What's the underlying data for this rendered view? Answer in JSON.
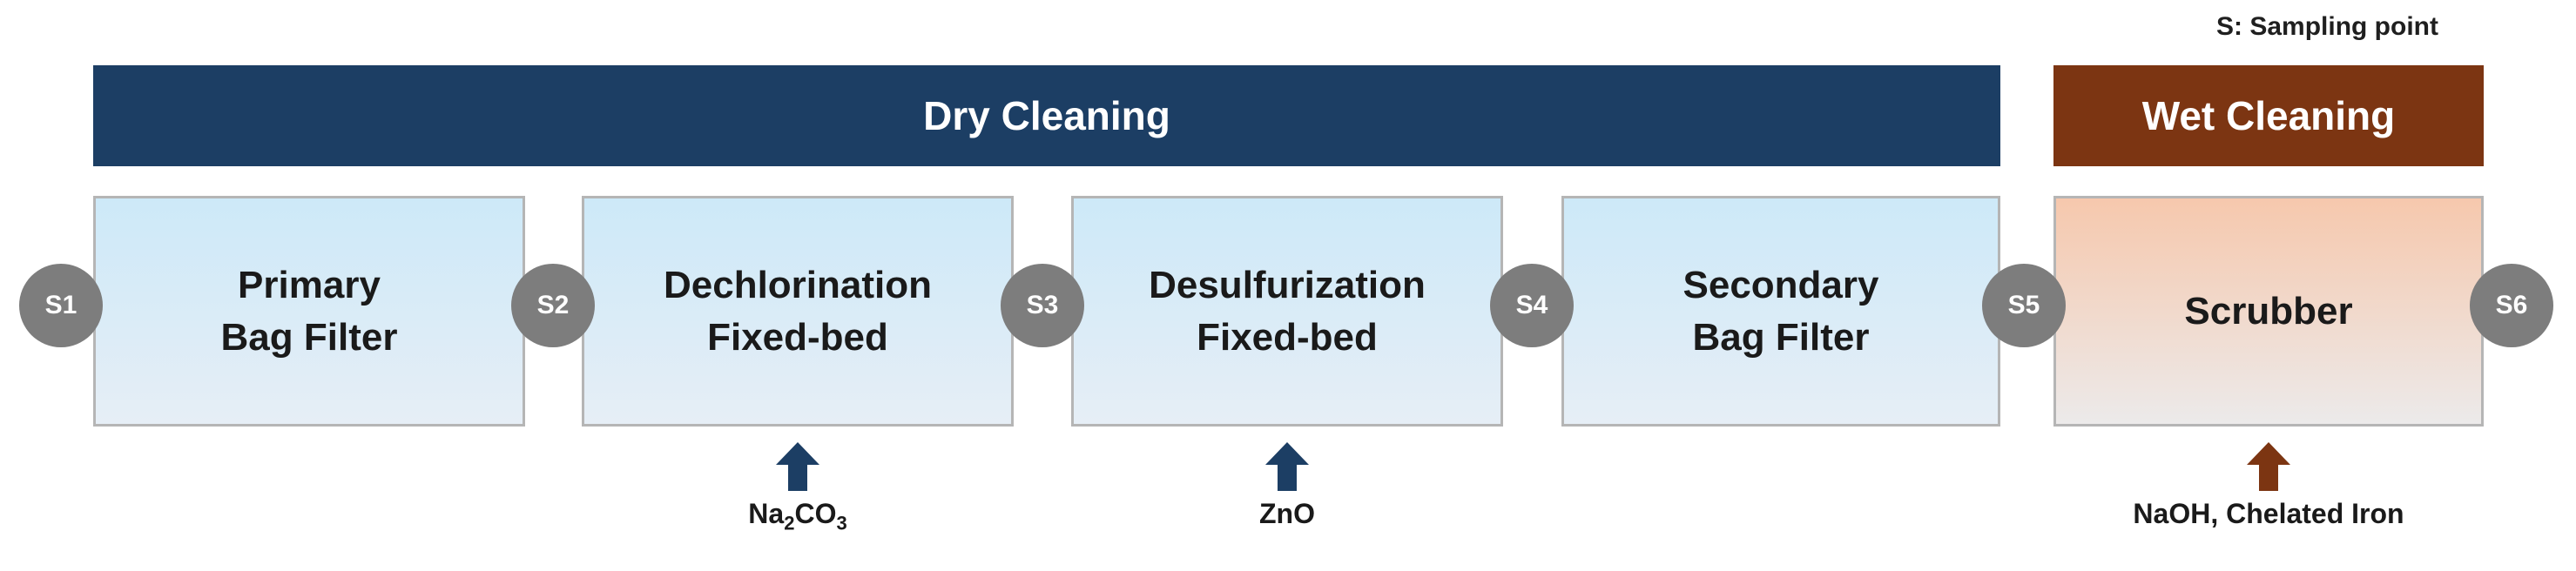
{
  "legend": "S: Sampling point",
  "sections": {
    "dry": "Dry Cleaning",
    "wet": "Wet Cleaning"
  },
  "stages": [
    {
      "line1": "Primary",
      "line2": "Bag Filter"
    },
    {
      "line1": "Dechlorination",
      "line2": "Fixed-bed"
    },
    {
      "line1": "Desulfurization",
      "line2": "Fixed-bed"
    },
    {
      "line1": "Secondary",
      "line2": "Bag Filter"
    },
    {
      "line1": "Scrubber",
      "line2": ""
    }
  ],
  "sampling_points": [
    "S1",
    "S2",
    "S3",
    "S4",
    "S5",
    "S6"
  ],
  "reagents": {
    "dechlorination": {
      "a": "Na",
      "a_sub": "2",
      "b": "CO",
      "b_sub": "3"
    },
    "desulfurization": "ZnO",
    "scrubber": "NaOH, Chelated Iron"
  },
  "colors": {
    "dry_banner": "#1c3e64",
    "wet_banner": "#7c3512",
    "dry_arrow": "#1c3e64",
    "wet_arrow": "#7c3512",
    "sampling_point": "#7d7d7d"
  }
}
